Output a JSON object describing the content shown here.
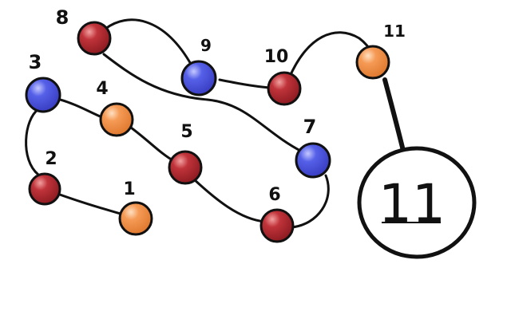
{
  "diagram": {
    "nodes": [
      {
        "id": "n1",
        "label": "1",
        "color": "orange"
      },
      {
        "id": "n2",
        "label": "2",
        "color": "red"
      },
      {
        "id": "n3",
        "label": "3",
        "color": "blue"
      },
      {
        "id": "n4",
        "label": "4",
        "color": "orange"
      },
      {
        "id": "n5",
        "label": "5",
        "color": "red"
      },
      {
        "id": "n6",
        "label": "6",
        "color": "red"
      },
      {
        "id": "n7",
        "label": "7",
        "color": "blue"
      },
      {
        "id": "n8",
        "label": "8",
        "color": "red"
      },
      {
        "id": "n9",
        "label": "9",
        "color": "blue"
      },
      {
        "id": "n10",
        "label": "10",
        "color": "red"
      },
      {
        "id": "n11",
        "label": "11",
        "color": "orange"
      }
    ],
    "result": {
      "label": "11"
    },
    "edges": [
      [
        "n1",
        "n2"
      ],
      [
        "n2",
        "n3"
      ],
      [
        "n3",
        "n4"
      ],
      [
        "n4",
        "n5"
      ],
      [
        "n5",
        "n6"
      ],
      [
        "n6",
        "n7"
      ],
      [
        "n7",
        "n8"
      ],
      [
        "n8",
        "n9"
      ],
      [
        "n9",
        "n10"
      ],
      [
        "n10",
        "n11"
      ],
      [
        "n11",
        "result"
      ]
    ],
    "colors": {
      "orange": "#f59a55",
      "red": "#c0333a",
      "blue": "#5560e8",
      "stroke": "#111111"
    }
  }
}
